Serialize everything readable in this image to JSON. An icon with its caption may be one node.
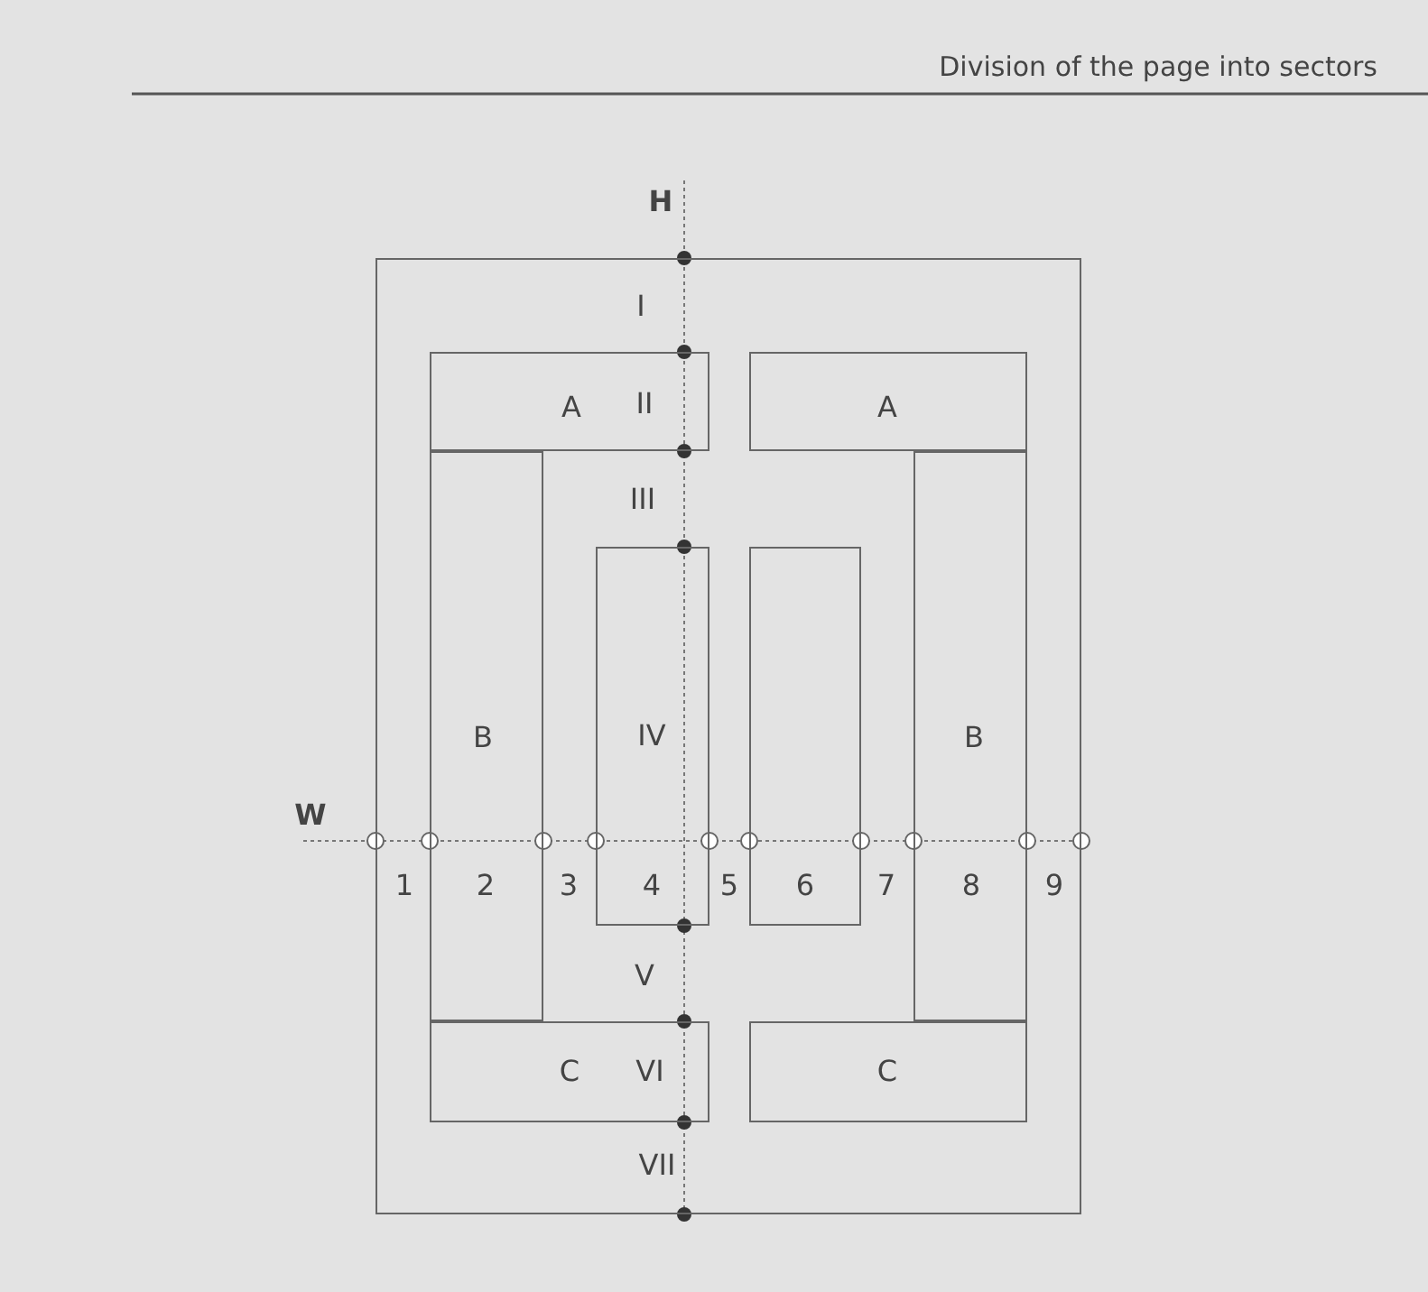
{
  "diagram": {
    "title": "Division of the page into sectors",
    "nodes": [
      {
        "text": [],
        "shape": "box"
      },
      {
        "text": [
          "A"
        ],
        "in": 0
      },
      {
        "text": [
          "A"
        ],
        "in": 0
      },
      {
        "text": [
          "B"
        ],
        "in": 0
      },
      {
        "text": [],
        "shape": "box",
        "in": 0
      },
      {
        "text": [],
        "shape": "box",
        "in": 0
      },
      {
        "text": [
          "B"
        ],
        "in": 0
      },
      {
        "text": [
          "C"
        ],
        "in": 0
      },
      {
        "text": [
          "C"
        ],
        "in": 0
      }
    ],
    "labels": [
      "H",
      "I",
      "II",
      "III",
      "IV",
      "W",
      "1",
      "2",
      "3",
      "4",
      "5",
      "6",
      "7",
      "8",
      "9",
      "V",
      "VI",
      "VII"
    ]
  }
}
